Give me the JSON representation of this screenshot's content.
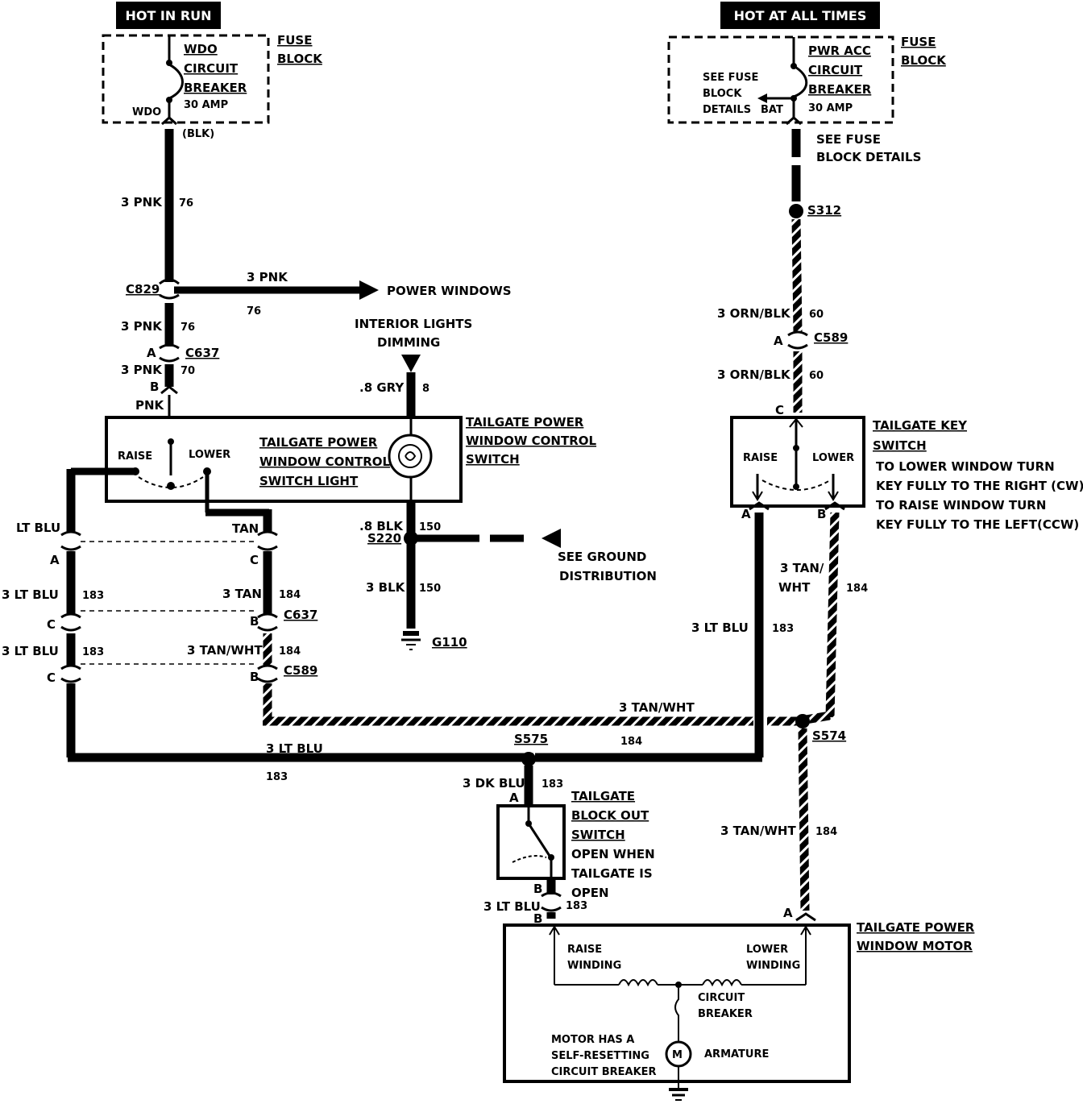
{
  "colors": {
    "ink": "#000000",
    "paper": "#ffffff"
  },
  "titles": {
    "hot_in_run": "HOT IN RUN",
    "hot_at_all_times": "HOT AT ALL TIMES"
  },
  "left_fuse": {
    "fuse_block": [
      "FUSE",
      "BLOCK"
    ],
    "breaker": [
      "WDO",
      "CIRCUIT",
      "BREAKER"
    ],
    "amp": "30 AMP",
    "term": "WDO",
    "blk": "(BLK)"
  },
  "right_fuse": {
    "fuse_block": [
      "FUSE",
      "BLOCK"
    ],
    "breaker": [
      "PWR ACC",
      "CIRCUIT",
      "BREAKER"
    ],
    "amp": "30 AMP",
    "see": [
      "SEE FUSE",
      "BLOCK",
      "DETAILS"
    ],
    "bat": "BAT",
    "see_below": [
      "SEE FUSE",
      "BLOCK DETAILS"
    ]
  },
  "wires": {
    "pnk3": "3 PNK",
    "pnk": "PNK",
    "c76": "76",
    "c70": "70",
    "gry": ".8 GRY",
    "c8": "8",
    "blk08": ".8 BLK",
    "blk3": "3 BLK",
    "c150": "150",
    "ltblu": "LT BLU",
    "ltblu3": "3 LT BLU",
    "c183": "183",
    "tan": "TAN",
    "tan3": "3 TAN",
    "tanwht3": "3 TAN/WHT",
    "c184": "184",
    "orn": "3 ORN/BLK",
    "c60": "60",
    "tanwht_split": [
      "3 TAN/",
      "WHT"
    ],
    "dkblu": "3 DK BLU"
  },
  "connectors": {
    "c829": "C829",
    "c637": "C637",
    "c589": "C589",
    "s220": "S220",
    "g110": "G110",
    "s312": "S312",
    "s574": "S574",
    "s575": "S575",
    "a": "A",
    "b": "B",
    "c": "C"
  },
  "labels": {
    "power_windows": "POWER WINDOWS",
    "interior": [
      "INTERIOR LIGHTS",
      "DIMMING"
    ],
    "raise": "RAISE",
    "lower": "LOWER",
    "ground": [
      "SEE GROUND",
      "DISTRIBUTION"
    ]
  },
  "components": {
    "switch_light": [
      "TAILGATE POWER",
      "WINDOW CONTROL",
      "SWITCH LIGHT"
    ],
    "control_switch": [
      "TAILGATE POWER",
      "WINDOW CONTROL",
      "SWITCH"
    ],
    "key_switch": [
      "TAILGATE KEY",
      "SWITCH"
    ],
    "key_notes": [
      "TO LOWER WINDOW TURN",
      "KEY FULLY TO THE RIGHT (CW)",
      "TO RAISE WINDOW TURN",
      "KEY FULLY TO THE LEFT(CCW)"
    ],
    "block_out": [
      "TAILGATE",
      "BLOCK OUT",
      "SWITCH"
    ],
    "block_note": [
      "OPEN WHEN",
      "TAILGATE IS",
      "OPEN"
    ],
    "motor": [
      "TAILGATE POWER",
      "WINDOW MOTOR"
    ],
    "raise_winding": [
      "RAISE",
      "WINDING"
    ],
    "lower_winding": [
      "LOWER",
      "WINDING"
    ],
    "circuit_breaker": [
      "CIRCUIT",
      "BREAKER"
    ],
    "motor_note": [
      "MOTOR HAS A",
      "SELF-RESETTING",
      "CIRCUIT BREAKER"
    ],
    "armature": "ARMATURE",
    "m": "M"
  }
}
